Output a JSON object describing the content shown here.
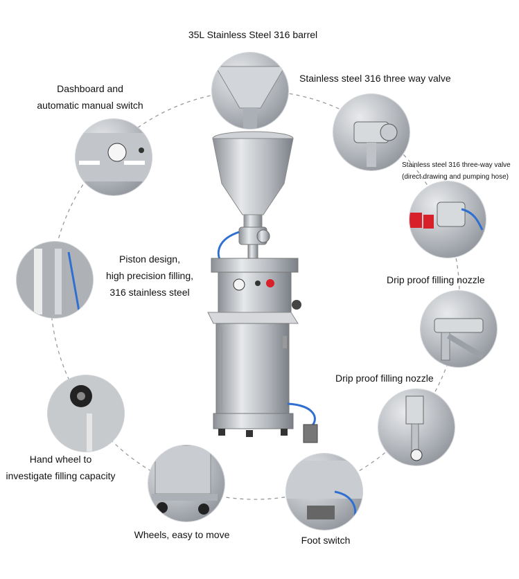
{
  "labels": {
    "barrel": "35L Stainless Steel 316 barrel",
    "valve": "Stainless steel 316 three way valve",
    "valve_detail_line1": "Stainless steel 316 three-way valve",
    "valve_detail_line2": "(direct drawing and pumping hose)",
    "dashboard_line1": "Dashboard and",
    "dashboard_line2": "automatic manual switch",
    "piston_line1": "Piston design,",
    "piston_line2": "high precision filling,",
    "piston_line3": "316 stainless steel",
    "nozzle1": "Drip proof filling nozzle",
    "nozzle2": "Drip proof filling nozzle",
    "handwheel_line1": "Hand wheel to",
    "handwheel_line2": "investigate filling capacity",
    "wheels": "Wheels, easy to move",
    "foot": "Foot switch"
  },
  "colors": {
    "steel_light": "#e9eaec",
    "steel_dark": "#7b8087",
    "ring_dash": "#9a9a9a",
    "hose_blue": "#2f6fd0",
    "button_red": "#d8202a"
  }
}
